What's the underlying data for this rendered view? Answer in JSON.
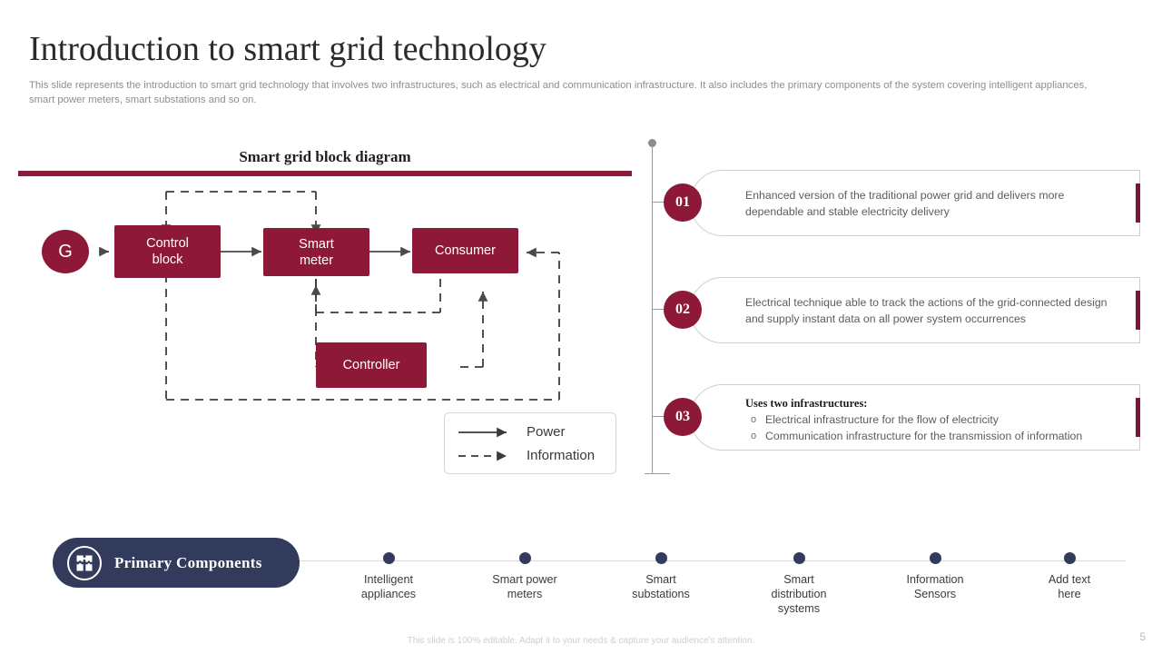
{
  "header": {
    "title": "Introduction to smart grid technology",
    "subtitle": "This slide represents the introduction to smart grid technology that involves two infrastructures, such as electrical and communication infrastructure. It also includes the primary components of the system covering intelligent appliances, smart power meters, smart substations and so on."
  },
  "diagram": {
    "title": "Smart grid block diagram",
    "nodes": {
      "generator": "G",
      "control_block": "Control\nblock",
      "control_block_line1": "Control",
      "control_block_line2": "block",
      "smart_meter_line1": "Smart",
      "smart_meter_line2": "meter",
      "consumer": "Consumer",
      "controller": "Controller"
    },
    "legend": {
      "power": "Power",
      "information": "Information"
    }
  },
  "cards": [
    {
      "number": "01",
      "text": "Enhanced version of the traditional power grid and delivers more dependable and stable electricity delivery"
    },
    {
      "number": "02",
      "text": "Electrical technique able to track the actions of the grid-connected design and supply instant data on all power system occurrences"
    },
    {
      "number": "03",
      "heading": "Uses two infrastructures:",
      "bullets": [
        "Electrical infrastructure for the flow of electricity",
        "Communication infrastructure for the transmission of information"
      ]
    }
  ],
  "primary_components": {
    "pill_label": "Primary Components",
    "pill_icon": "puzzle-icon",
    "items": [
      {
        "label_line1": "Intelligent",
        "label_line2": "appliances",
        "label_line3": ""
      },
      {
        "label_line1": "Smart power",
        "label_line2": "meters",
        "label_line3": ""
      },
      {
        "label_line1": "Smart",
        "label_line2": "substations",
        "label_line3": ""
      },
      {
        "label_line1": "Smart",
        "label_line2": "distribution",
        "label_line3": "systems"
      },
      {
        "label_line1": "Information",
        "label_line2": "Sensors",
        "label_line3": ""
      },
      {
        "label_line1": "Add text",
        "label_line2": "here",
        "label_line3": ""
      }
    ]
  },
  "footer": {
    "note": "This slide is 100% editable. Adapt it to your needs & capture your audience's attention.",
    "page_number": "5"
  },
  "colors": {
    "maroon": "#8E1838",
    "maroon_dark": "#7D1634",
    "navy": "#333B5C",
    "body_text": "#5C5C5C",
    "muted": "#8E8E8E"
  }
}
